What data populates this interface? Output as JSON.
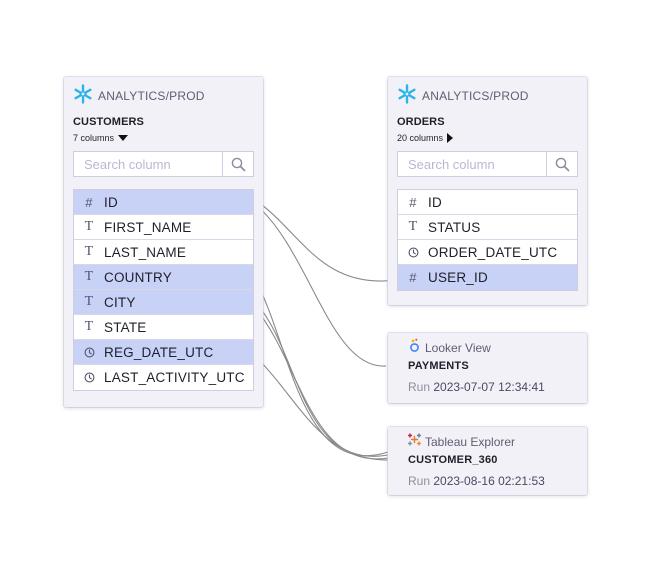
{
  "customers": {
    "source": "ANALYTICS/PROD",
    "name": "CUSTOMERS",
    "column_count": "7 columns",
    "search_placeholder": "Search column",
    "columns": [
      {
        "type": "#",
        "name": "ID",
        "highlighted": true
      },
      {
        "type": "T",
        "name": "FIRST_NAME",
        "highlighted": false
      },
      {
        "type": "T",
        "name": "LAST_NAME",
        "highlighted": false
      },
      {
        "type": "T",
        "name": "COUNTRY",
        "highlighted": true
      },
      {
        "type": "T",
        "name": "CITY",
        "highlighted": true
      },
      {
        "type": "T",
        "name": "STATE",
        "highlighted": false
      },
      {
        "type": "clock",
        "name": "REG_DATE_UTC",
        "highlighted": true
      },
      {
        "type": "clock",
        "name": "LAST_ACTIVITY_UTC",
        "highlighted": false
      }
    ]
  },
  "orders": {
    "source": "ANALYTICS/PROD",
    "name": "ORDERS",
    "column_count": "20 columns",
    "search_placeholder": "Search column",
    "columns": [
      {
        "type": "#",
        "name": "ID",
        "highlighted": false
      },
      {
        "type": "T",
        "name": "STATUS",
        "highlighted": false
      },
      {
        "type": "clock",
        "name": "ORDER_DATE_UTC",
        "highlighted": false
      },
      {
        "type": "#",
        "name": "USER_ID",
        "highlighted": true
      }
    ]
  },
  "payments": {
    "source": "Looker View",
    "name": "PAYMENTS",
    "run_label": "Run",
    "run_date": "2023-07-07 12:34:41"
  },
  "customer360": {
    "source": "Tableau Explorer",
    "name": "CUSTOMER_360",
    "run_label": "Run",
    "run_date": "2023-08-16 02:21:53"
  },
  "colors": {
    "highlight": "#c8d1f6",
    "snowflake": "#29b5e8",
    "link": "#8a8a8a"
  },
  "icons": [
    "snowflake-icon",
    "search-icon",
    "number-type-icon",
    "text-type-icon",
    "clock-type-icon",
    "looker-icon",
    "tableau-icon"
  ]
}
